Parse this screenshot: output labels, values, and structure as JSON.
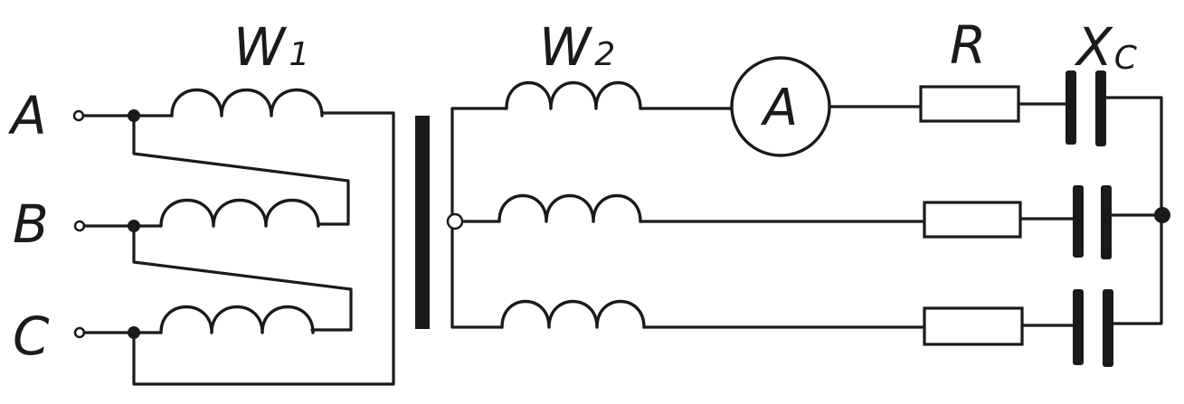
{
  "labels": {
    "phase_a": "A",
    "phase_b": "B",
    "phase_c": "C",
    "primary_winding": "W",
    "primary_sub": "1",
    "secondary_winding": "W",
    "secondary_sub": "2",
    "resistor": "R",
    "capacitor": "X",
    "capacitor_sub": "C",
    "ammeter": "A"
  }
}
